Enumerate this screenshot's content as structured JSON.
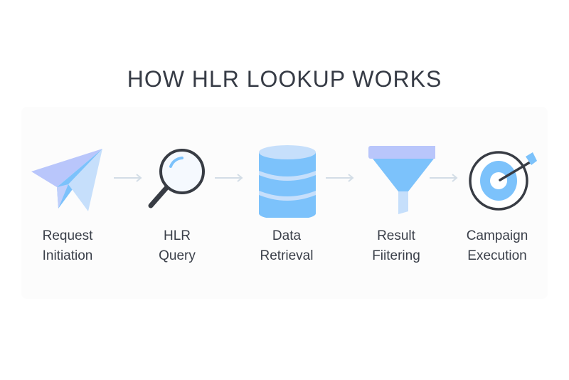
{
  "title": "HOW HLR LOOKUP WORKS",
  "steps": [
    {
      "line1": "Request",
      "line2": "Initiation",
      "icon": "paper-plane-icon"
    },
    {
      "line1": "HLR",
      "line2": "Query",
      "icon": "magnifying-glass-icon"
    },
    {
      "line1": "Data",
      "line2": "Retrieval",
      "icon": "database-icon"
    },
    {
      "line1": "Result",
      "line2": "Fiitering",
      "icon": "funnel-icon"
    },
    {
      "line1": "Campaign",
      "line2": "Execution",
      "icon": "target-icon"
    }
  ],
  "colors": {
    "title": "#363b45",
    "blue": "#7cc2fb",
    "light_blue": "#c6dffb",
    "lavender": "#b9c6fb",
    "dark": "#383c44",
    "arrow": "#d3dde6"
  }
}
